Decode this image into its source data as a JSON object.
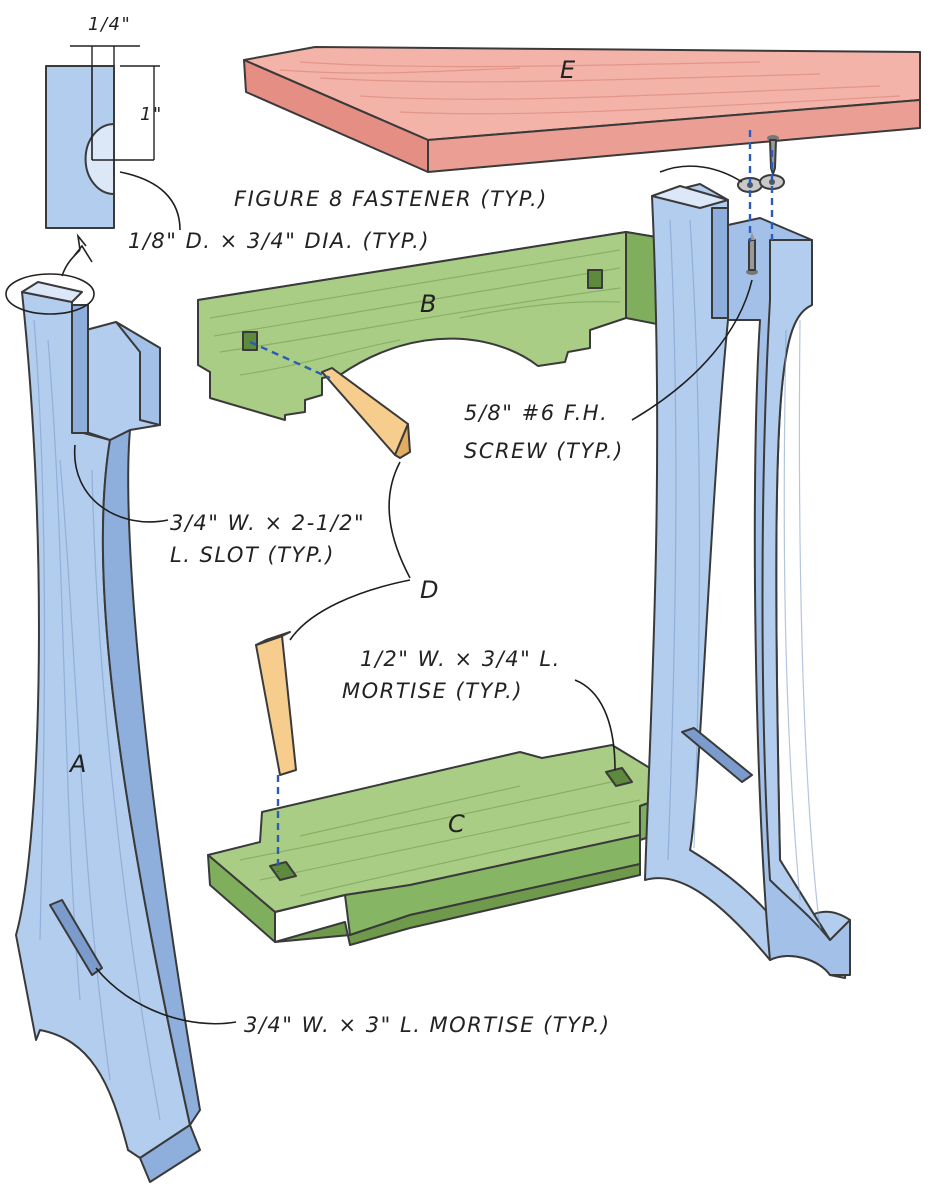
{
  "parts": {
    "leg_left": "A",
    "stretcher_upper": "B",
    "stretcher_lower": "C",
    "wedge": "D",
    "top": "E"
  },
  "dimensions": {
    "detail_width": "1/4\"",
    "detail_height": "1\""
  },
  "callouts": {
    "hole_spec": "1/8\" D. × 3/4\" DIA. (TYP.)",
    "fastener": "FIGURE 8 FASTENER (TYP.)",
    "screw_line1": "5/8\" #6 F.H.",
    "screw_line2": "SCREW (TYP.)",
    "slot_line1": "3/4\" W. × 2-1/2\"",
    "slot_line2": "L. SLOT (TYP.)",
    "mortise_small_line1": "1/2\" W. × 3/4\" L.",
    "mortise_small_line2": "MORTISE (TYP.)",
    "mortise_large": "3/4\" W. × 3\" L. MORTISE (TYP.)"
  },
  "colors": {
    "top": "#f3b3a9",
    "top_edge": "#e58f84",
    "legs": "#b3cdee",
    "legs_dark": "#8eaedb",
    "stretchers": "#a9cd85",
    "stretchers_dark": "#7fae5c",
    "wedges": "#f6cd8c",
    "wedges_dark": "#e0ad63",
    "dashed_line": "#2a5cb8"
  }
}
